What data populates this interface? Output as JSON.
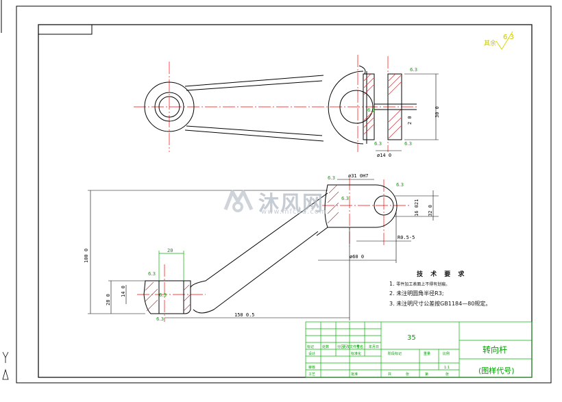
{
  "corner_roughness": {
    "label": "其余",
    "value": "6.3"
  },
  "dimensions": {
    "top_right_height": "30 0",
    "slot_width": "2 0",
    "hole_width": "ø14 0",
    "ball_dia": "ø31 0H7",
    "eye_height": "16 021",
    "right_height": "32 0",
    "offset_bottom": "R0.5-5",
    "eye_dia": "ø60 0",
    "overall_height": "100 0",
    "left_small_height": "14 0",
    "left_height": "28 0",
    "left_width": "20",
    "overall_length": "150 0.5"
  },
  "roughness_marks": [
    "6.3",
    "6.3",
    "6.3",
    "6.3",
    "6.3",
    "6.3",
    "6.3",
    "6.3",
    "6.3",
    "6.3"
  ],
  "watermark": {
    "name": "沐风网",
    "url": "www.mfcad.com"
  },
  "technical_requirements": {
    "title": "技 术 要 求",
    "items": [
      {
        "num": "1.",
        "text": "零件加工表面上不得有划痕。"
      },
      {
        "num": "2.",
        "text": "未注明圆角半径R3;"
      },
      {
        "num": "3.",
        "text": "未注明尺寸公差按GB1184—80规定。"
      }
    ]
  },
  "title_block": {
    "material": "35",
    "part_name": "转向杆",
    "drawing_code": "(图样代号)",
    "header_cells": [
      "标记",
      "处数",
      "分区",
      "更改文件号",
      "签名",
      "年月日"
    ],
    "row2_cells": [
      "设计",
      "",
      "标准化",
      "阶段标记",
      "重量",
      "比例"
    ],
    "row3_cells": [
      "审核",
      "",
      "",
      "",
      "",
      "1:1"
    ],
    "row4_cells": [
      "工艺",
      "",
      "批准",
      "共",
      "张",
      "第",
      "张"
    ]
  }
}
